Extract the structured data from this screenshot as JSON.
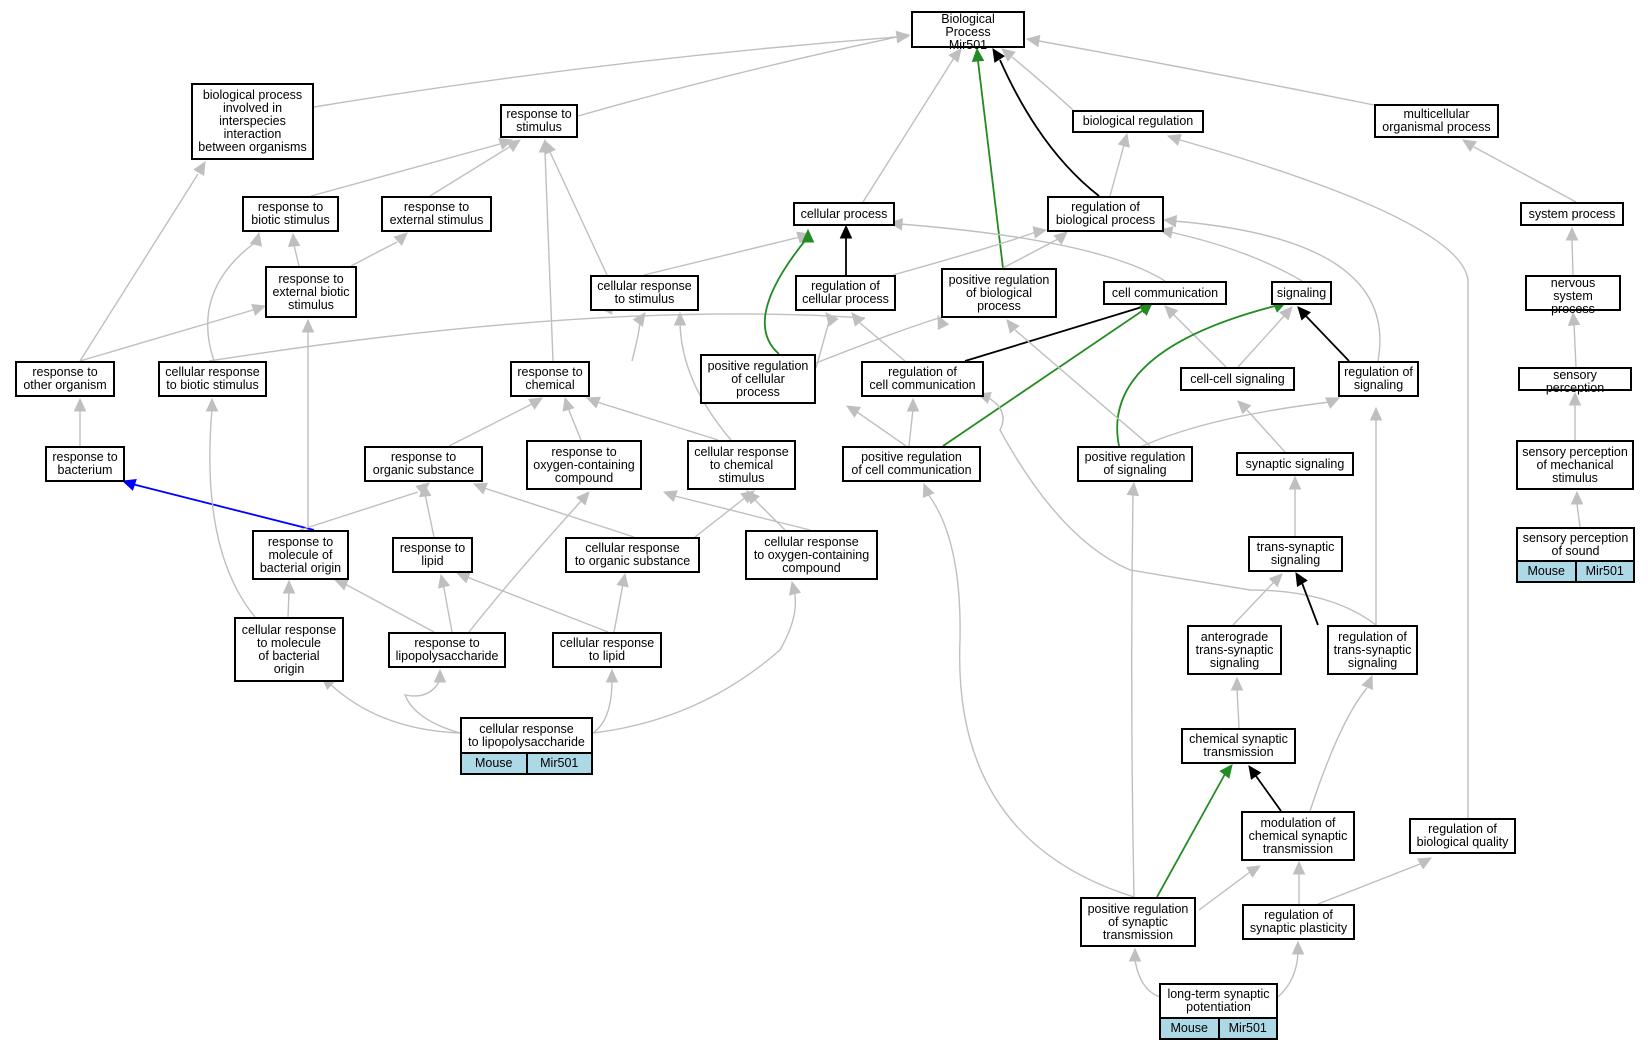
{
  "colors": {
    "is_a": "#bfbfbf",
    "regulates": "#000000",
    "positively_regulates": "#228b22",
    "part_of": "#0000ff",
    "annotation_fill": "#add8e6"
  },
  "nodes": {
    "bp": {
      "label": "Biological Process\nMir501"
    },
    "bpinter": {
      "label": "biological process\ninvolved in\ninterspecies\ninteraction\nbetween organisms"
    },
    "respstim": {
      "label": "response to\nstimulus"
    },
    "bioreg": {
      "label": "biological regulation"
    },
    "multi": {
      "label": "multicellular\norganismal process"
    },
    "respbio": {
      "label": "response to\nbiotic stimulus"
    },
    "respext": {
      "label": "response to\nexternal stimulus"
    },
    "cellproc": {
      "label": "cellular process"
    },
    "regbp": {
      "label": "regulation of\nbiological process"
    },
    "sysproc": {
      "label": "system process"
    },
    "respextbio": {
      "label": "response to\nexternal biotic\nstimulus"
    },
    "cellrespstim": {
      "label": "cellular response\nto stimulus"
    },
    "regcp": {
      "label": "regulation of\ncellular process"
    },
    "posregbp": {
      "label": "positive regulation\nof biological\nprocess"
    },
    "cellcomm": {
      "label": "cell communication"
    },
    "signaling": {
      "label": "signaling"
    },
    "nervous": {
      "label": "nervous system\nprocess"
    },
    "respother": {
      "label": "response to\nother organism"
    },
    "cellrespbio": {
      "label": "cellular response\nto biotic stimulus"
    },
    "respchem": {
      "label": "response to\nchemical"
    },
    "posregcp": {
      "label": "positive regulation\nof cellular\nprocess"
    },
    "regcc": {
      "label": "regulation of\ncell communication"
    },
    "ccsig": {
      "label": "cell-cell signaling"
    },
    "regsig": {
      "label": "regulation of\nsignaling"
    },
    "sensory": {
      "label": "sensory perception"
    },
    "respbact": {
      "label": "response to\nbacterium"
    },
    "resporg": {
      "label": "response to\norganic substance"
    },
    "respoxy": {
      "label": "response to\noxygen-containing\ncompound"
    },
    "cellrespchem": {
      "label": "cellular response\nto chemical\nstimulus"
    },
    "posregcc": {
      "label": "positive regulation\nof cell communication"
    },
    "posregsig": {
      "label": "positive regulation\nof signaling"
    },
    "synsig": {
      "label": "synaptic signaling"
    },
    "sensmech": {
      "label": "sensory perception\nof mechanical\nstimulus"
    },
    "respmolbact": {
      "label": "response to\nmolecule of\nbacterial origin"
    },
    "resplipid": {
      "label": "response to\nlipid"
    },
    "cellresporg": {
      "label": "cellular response\nto organic substance"
    },
    "cellrespoxy": {
      "label": "cellular response\nto oxygen-containing\ncompound"
    },
    "transsyn": {
      "label": "trans-synaptic\nsignaling"
    },
    "senssound": {
      "label": "sensory perception\nof sound",
      "tags": [
        "Mouse",
        "Mir501"
      ]
    },
    "cellrespmol": {
      "label": "cellular response\nto molecule\nof bacterial\norigin"
    },
    "resplps": {
      "label": "response to\nlipopolysaccharide"
    },
    "cellresplipid": {
      "label": "cellular response\nto lipid"
    },
    "antero": {
      "label": "anterograde\ntrans-synaptic\nsignaling"
    },
    "regtrans": {
      "label": "regulation of\ntrans-synaptic\nsignaling"
    },
    "cellresplps": {
      "label": "cellular response\nto lipopolysaccharide",
      "tags": [
        "Mouse",
        "Mir501"
      ]
    },
    "chemsyn": {
      "label": "chemical synaptic\ntransmission"
    },
    "modchem": {
      "label": "modulation of\nchemical synaptic\ntransmission"
    },
    "regbq": {
      "label": "regulation of\nbiological quality"
    },
    "posregsyn": {
      "label": "positive regulation\nof synaptic\ntransmission"
    },
    "regplast": {
      "label": "regulation of\nsynaptic plasticity"
    },
    "ltp": {
      "label": "long-term synaptic\npotentiation",
      "tags": [
        "Mouse",
        "Mir501"
      ]
    }
  }
}
